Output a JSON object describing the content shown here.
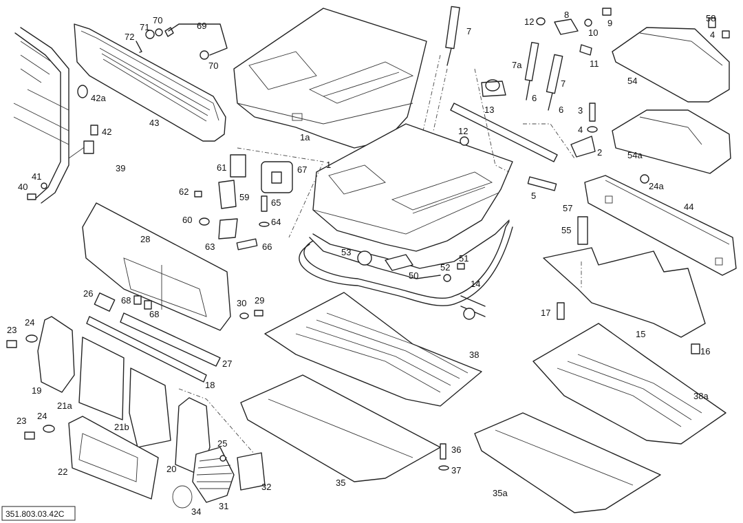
{
  "drawing_reference": "351.803.03.42C",
  "labels": [
    {
      "id": "p1a",
      "text": "1a"
    },
    {
      "id": "p1",
      "text": "1"
    },
    {
      "id": "p2",
      "text": "2"
    },
    {
      "id": "p3",
      "text": "3"
    },
    {
      "id": "p4a",
      "text": "4"
    },
    {
      "id": "p4b",
      "text": "4"
    },
    {
      "id": "p5",
      "text": "5"
    },
    {
      "id": "p6a",
      "text": "6"
    },
    {
      "id": "p6b",
      "text": "6"
    },
    {
      "id": "p7a",
      "text": "7"
    },
    {
      "id": "p7b",
      "text": "7"
    },
    {
      "id": "p7c",
      "text": "7a"
    },
    {
      "id": "p8",
      "text": "8"
    },
    {
      "id": "p9",
      "text": "9"
    },
    {
      "id": "p10",
      "text": "10"
    },
    {
      "id": "p11",
      "text": "11"
    },
    {
      "id": "p12a",
      "text": "12"
    },
    {
      "id": "p12b",
      "text": "12"
    },
    {
      "id": "p13",
      "text": "13"
    },
    {
      "id": "p14",
      "text": "14"
    },
    {
      "id": "p15",
      "text": "15"
    },
    {
      "id": "p16",
      "text": "16"
    },
    {
      "id": "p17",
      "text": "17"
    },
    {
      "id": "p18",
      "text": "18"
    },
    {
      "id": "p19",
      "text": "19"
    },
    {
      "id": "p20",
      "text": "20"
    },
    {
      "id": "p21a",
      "text": "21a"
    },
    {
      "id": "p21b",
      "text": "21b"
    },
    {
      "id": "p22",
      "text": "22"
    },
    {
      "id": "p23a",
      "text": "23"
    },
    {
      "id": "p23b",
      "text": "23"
    },
    {
      "id": "p24a",
      "text": "24"
    },
    {
      "id": "p24b",
      "text": "24"
    },
    {
      "id": "p24c",
      "text": "24a"
    },
    {
      "id": "p25",
      "text": "25"
    },
    {
      "id": "p26",
      "text": "26"
    },
    {
      "id": "p27",
      "text": "27"
    },
    {
      "id": "p28",
      "text": "28"
    },
    {
      "id": "p29",
      "text": "29"
    },
    {
      "id": "p30",
      "text": "30"
    },
    {
      "id": "p31",
      "text": "31"
    },
    {
      "id": "p32",
      "text": "32"
    },
    {
      "id": "p34",
      "text": "34"
    },
    {
      "id": "p35",
      "text": "35"
    },
    {
      "id": "p35a",
      "text": "35a"
    },
    {
      "id": "p36",
      "text": "36"
    },
    {
      "id": "p37",
      "text": "37"
    },
    {
      "id": "p38",
      "text": "38"
    },
    {
      "id": "p38a",
      "text": "38a"
    },
    {
      "id": "p39",
      "text": "39"
    },
    {
      "id": "p40",
      "text": "40"
    },
    {
      "id": "p41",
      "text": "41"
    },
    {
      "id": "p42",
      "text": "42"
    },
    {
      "id": "p42a",
      "text": "42a"
    },
    {
      "id": "p43",
      "text": "43"
    },
    {
      "id": "p44",
      "text": "44"
    },
    {
      "id": "p50",
      "text": "50"
    },
    {
      "id": "p51",
      "text": "51"
    },
    {
      "id": "p52",
      "text": "52"
    },
    {
      "id": "p53",
      "text": "53"
    },
    {
      "id": "p54",
      "text": "54"
    },
    {
      "id": "p54a",
      "text": "54a"
    },
    {
      "id": "p55",
      "text": "55"
    },
    {
      "id": "p57",
      "text": "57"
    },
    {
      "id": "p58",
      "text": "58"
    },
    {
      "id": "p59",
      "text": "59"
    },
    {
      "id": "p60",
      "text": "60"
    },
    {
      "id": "p61",
      "text": "61"
    },
    {
      "id": "p62",
      "text": "62"
    },
    {
      "id": "p63",
      "text": "63"
    },
    {
      "id": "p64",
      "text": "64"
    },
    {
      "id": "p65",
      "text": "65"
    },
    {
      "id": "p66",
      "text": "66"
    },
    {
      "id": "p67",
      "text": "67"
    },
    {
      "id": "p68a",
      "text": "68"
    },
    {
      "id": "p68b",
      "text": "68"
    },
    {
      "id": "p69",
      "text": "69"
    },
    {
      "id": "p70a",
      "text": "70"
    },
    {
      "id": "p70b",
      "text": "70"
    },
    {
      "id": "p71",
      "text": "71"
    },
    {
      "id": "p72",
      "text": "72"
    }
  ]
}
